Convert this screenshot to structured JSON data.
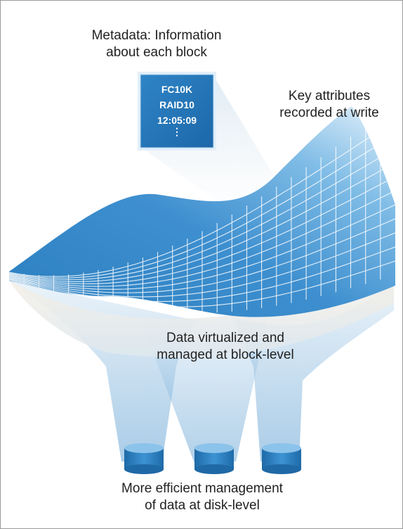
{
  "captions": {
    "metadata": [
      "Metadata: Information",
      "about each block"
    ],
    "key_attributes": [
      "Key attributes",
      "recorded at write"
    ],
    "virtualized": [
      "Data virtualized and",
      "managed at block-level"
    ],
    "disk": [
      "More efficient management",
      "of data at disk-level"
    ]
  },
  "metadata_block": {
    "lines": [
      "FC10K",
      "RAID10",
      "12:05:09"
    ],
    "more": "⋮"
  },
  "colors": {
    "sheet_blue": "#1f74b8",
    "sheet_light": "#9fd0f0",
    "grid_line": "#ffffff",
    "beam": "#bcd6ea",
    "disk_blue": "#2a7fbf",
    "box_border": "#d7e9f7"
  }
}
